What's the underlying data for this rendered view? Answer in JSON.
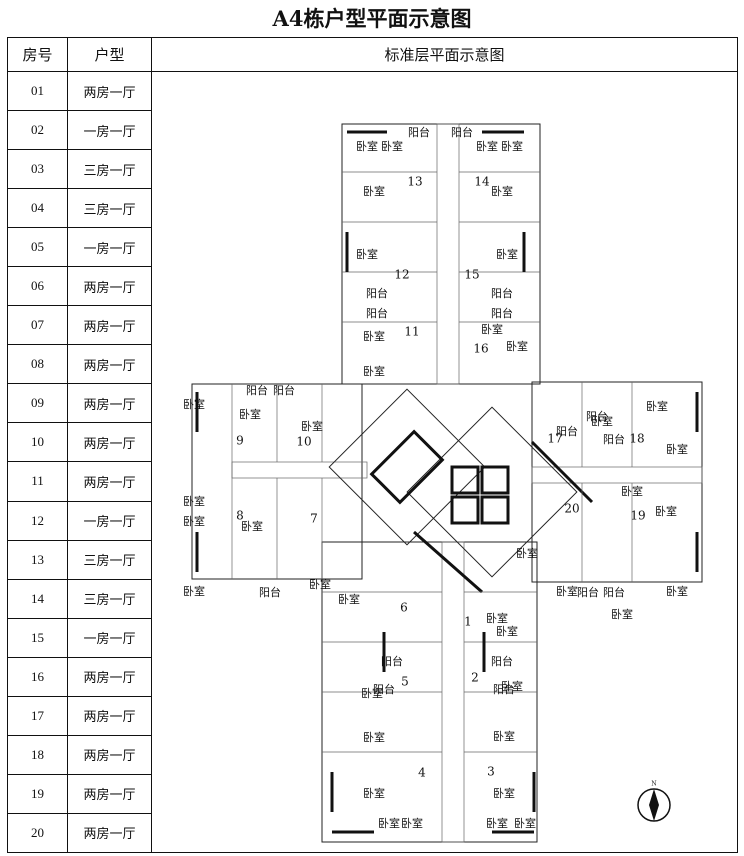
{
  "title": "A4栋户型平面示意图",
  "table": {
    "headers": [
      "房号",
      "户型",
      "标准层平面示意图"
    ],
    "rows": [
      {
        "room": "01",
        "type": "两房一厅"
      },
      {
        "room": "02",
        "type": "一房一厅"
      },
      {
        "room": "03",
        "type": "三房一厅"
      },
      {
        "room": "04",
        "type": "三房一厅"
      },
      {
        "room": "05",
        "type": "一房一厅"
      },
      {
        "room": "06",
        "type": "两房一厅"
      },
      {
        "room": "07",
        "type": "两房一厅"
      },
      {
        "room": "08",
        "type": "两房一厅"
      },
      {
        "room": "09",
        "type": "两房一厅"
      },
      {
        "room": "10",
        "type": "两房一厅"
      },
      {
        "room": "11",
        "type": "两房一厅"
      },
      {
        "room": "12",
        "type": "一房一厅"
      },
      {
        "room": "13",
        "type": "三房一厅"
      },
      {
        "room": "14",
        "type": "三房一厅"
      },
      {
        "room": "15",
        "type": "一房一厅"
      },
      {
        "room": "16",
        "type": "两房一厅"
      },
      {
        "room": "17",
        "type": "两房一厅"
      },
      {
        "room": "18",
        "type": "两房一厅"
      },
      {
        "room": "19",
        "type": "两房一厅"
      },
      {
        "room": "20",
        "type": "两房一厅"
      }
    ]
  },
  "plan": {
    "bedroom_label": "卧室",
    "balcony_label": "阳台",
    "compass_label": "N",
    "unit_numbers": [
      "1",
      "2",
      "3",
      "4",
      "5",
      "6",
      "7",
      "8",
      "9",
      "10",
      "11",
      "12",
      "13",
      "14",
      "15",
      "16",
      "17",
      "18",
      "19",
      "20"
    ]
  }
}
